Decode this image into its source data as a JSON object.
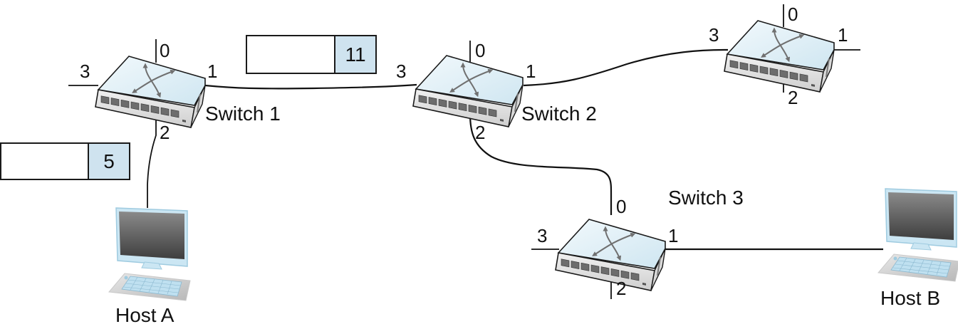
{
  "diagram": {
    "type": "network-topology",
    "colors": {
      "switch_top": "#d8ecf4",
      "switch_front": "#e6e6e6",
      "header_field": "#cfe3ef",
      "wire": "#111111",
      "monitor_screen": "#5a5a5a",
      "monitor_frame": "#bfe0f0"
    },
    "switches": [
      {
        "id": "s1",
        "label": "Switch 1",
        "ports": {
          "p0": "0",
          "p1": "1",
          "p2": "2",
          "p3": "3"
        }
      },
      {
        "id": "s2",
        "label": "Switch 2",
        "ports": {
          "p0": "0",
          "p1": "1",
          "p2": "2",
          "p3": "3"
        }
      },
      {
        "id": "s3",
        "label": "Switch 3",
        "ports": {
          "p0": "0",
          "p1": "1",
          "p2": "2",
          "p3": "3"
        }
      },
      {
        "id": "s4",
        "label": "",
        "ports": {
          "p0": "0",
          "p1": "1",
          "p2": "2",
          "p3": "3"
        }
      }
    ],
    "hosts": [
      {
        "id": "hA",
        "label": "Host A"
      },
      {
        "id": "hB",
        "label": "Host B"
      }
    ],
    "links": [
      {
        "from": "Host A",
        "to": "Switch 1 port 2"
      },
      {
        "from": "Switch 1 port 1",
        "to": "Switch 2 port 3"
      },
      {
        "from": "Switch 2 port 1",
        "to": "unlabeled switch port 3"
      },
      {
        "from": "Switch 2 port 2",
        "to": "Switch 3 port 0"
      },
      {
        "from": "Switch 3 port 1",
        "to": "Host B"
      }
    ],
    "packets": [
      {
        "id": "pkt1",
        "header_value": "5",
        "location": "between Host A and Switch 1"
      },
      {
        "id": "pkt2",
        "header_value": "11",
        "location": "between Switch 1 and Switch 2"
      }
    ]
  }
}
